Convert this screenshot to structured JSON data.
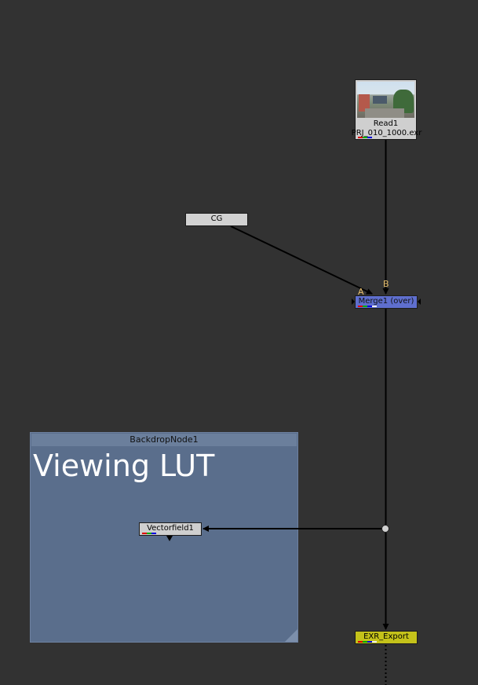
{
  "backdrop": {
    "title": "BackdropNode1",
    "label": "Viewing LUT"
  },
  "nodes": {
    "read": {
      "name": "Read1",
      "file": "PRJ_010_1000.exr"
    },
    "cg": {
      "name": "CG"
    },
    "merge": {
      "name": "Merge1 (over)",
      "input_a": "A",
      "input_b": "B"
    },
    "vectorfield": {
      "name": "Vectorfield1"
    },
    "exr_export": {
      "name": "EXR_Export"
    }
  },
  "colors": {
    "background": "#323232",
    "backdrop": "#5a6e8c",
    "merge_node": "#5f6fce",
    "export_node": "#c4c21a",
    "input_label": "#e8c070"
  }
}
